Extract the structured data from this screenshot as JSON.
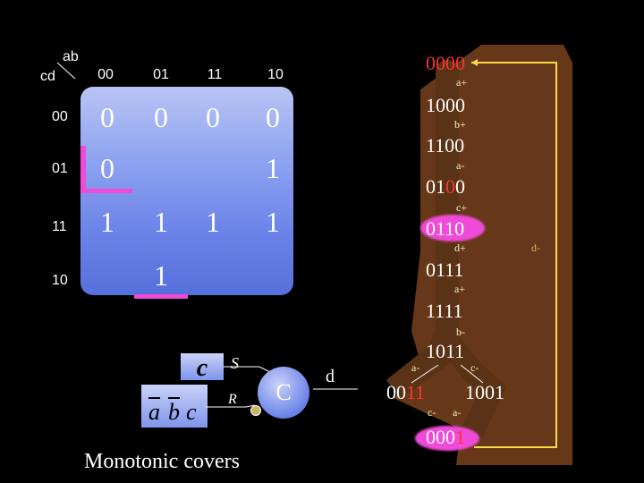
{
  "kmap": {
    "corner_ab": "ab",
    "corner_cd": "cd",
    "col_headers": [
      "00",
      "01",
      "11",
      "10"
    ],
    "row_headers": [
      "00",
      "01",
      "11",
      "10"
    ],
    "cells": [
      [
        "0",
        "0",
        "0",
        "0"
      ],
      [
        "0",
        "",
        "",
        "1"
      ],
      [
        "1",
        "1",
        "1",
        "1"
      ],
      [
        "",
        "1",
        "",
        ""
      ]
    ]
  },
  "circuit": {
    "gate_label": "C",
    "input_s": "S",
    "input_r": "R",
    "output": "d",
    "s_literal": "c",
    "r_literals": [
      "a",
      "b",
      "c"
    ]
  },
  "caption": "Monotonic covers",
  "state_graph": {
    "states": [
      {
        "pre": "0",
        "hi": "000",
        "post": ""
      },
      {
        "pre": "1000",
        "hi": "",
        "post": ""
      },
      {
        "pre": "1100",
        "hi": "",
        "post": ""
      },
      {
        "pre": "01",
        "hi": "0",
        "post": "0"
      },
      {
        "pre": "0110",
        "hi": "",
        "post": ""
      },
      {
        "pre": "0111",
        "hi": "",
        "post": ""
      },
      {
        "pre": "1111",
        "hi": "",
        "post": ""
      },
      {
        "pre": "1011",
        "hi": "",
        "post": ""
      },
      {
        "pre": "00",
        "hi": "11",
        "post": ""
      },
      {
        "pre": "1001",
        "hi": "",
        "post": ""
      },
      {
        "pre": "000",
        "hi": "1",
        "post": ""
      }
    ],
    "transitions": [
      "a+",
      "b+",
      "a-",
      "c+",
      "d+",
      "a+",
      "b-",
      "a-",
      "c-",
      "c-",
      "a-",
      "d-"
    ]
  },
  "colors": {
    "kmap_fill": "#7f95ec",
    "highlight": "#f04ad8",
    "path_brown": "#6b3b1a",
    "path_yellow": "#ffd84a",
    "state_red": "#ff3333"
  }
}
